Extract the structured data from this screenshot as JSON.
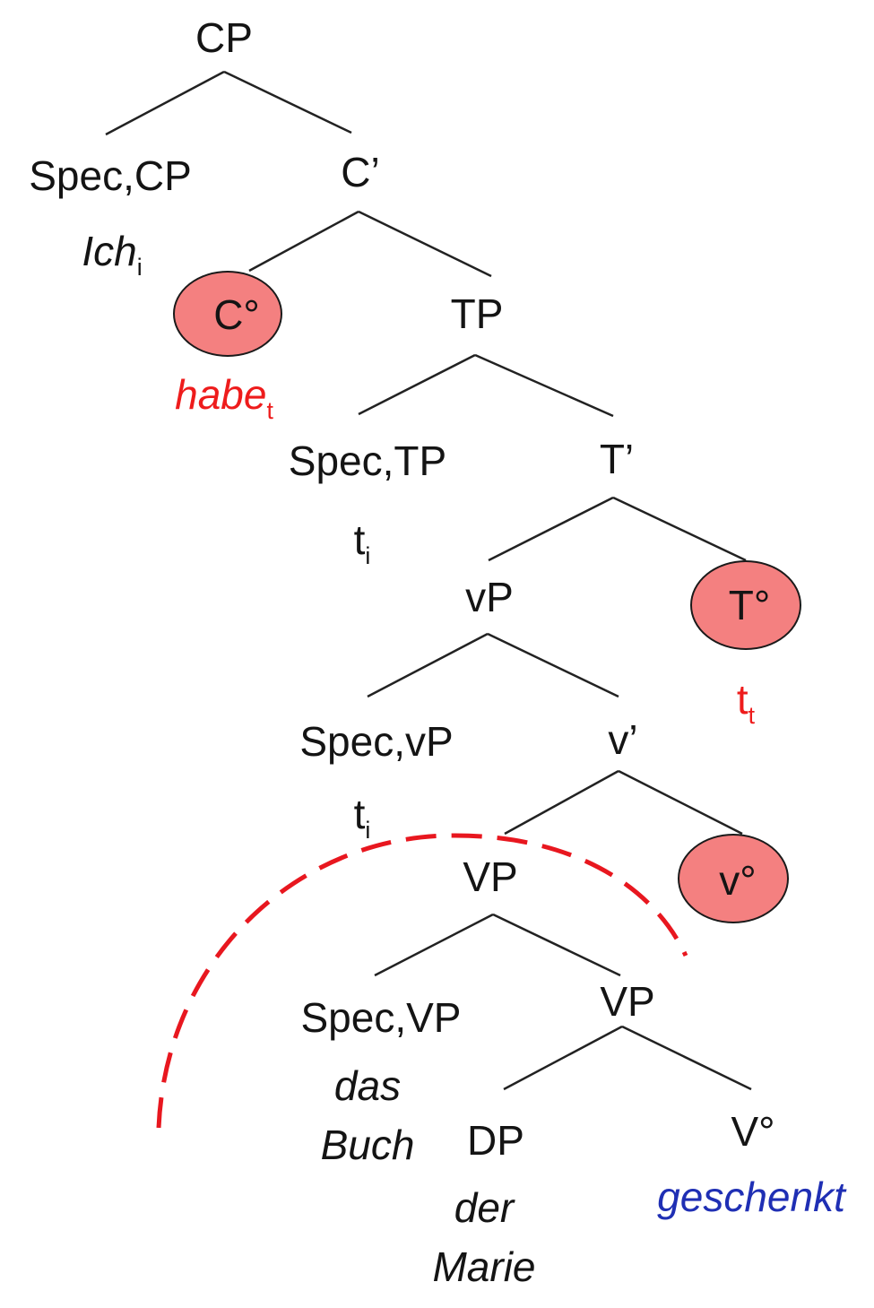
{
  "nodes": {
    "cp": "CP",
    "spec_cp": "Spec,CP",
    "c_bar": "C’",
    "c_head": "C°",
    "tp": "TP",
    "spec_tp": "Spec,TP",
    "t_bar": "T’",
    "vp_small": "vP",
    "t_head": "T°",
    "spec_vp_small": "Spec,vP",
    "v_bar": "v’",
    "vp_upper": "VP",
    "v_small_head": "v°",
    "spec_vp": "Spec,VP",
    "vp_lower": "VP",
    "dp": "DP",
    "v_head": "V°"
  },
  "words": {
    "ich": {
      "word": "Ich",
      "index": "i"
    },
    "habe": {
      "word": "habe",
      "index": "t"
    },
    "trace_spec_tp": {
      "word": "t",
      "index": "i"
    },
    "trace_t_head": {
      "word": "t",
      "index": "t"
    },
    "trace_spec_vp": {
      "word": "t",
      "index": "i"
    },
    "das_buch": [
      "das",
      "Buch"
    ],
    "der_marie": [
      "der",
      "Marie"
    ],
    "geschenkt": "geschenkt"
  },
  "colors": {
    "moved_head_fill": "#f48080",
    "moved_word": "#ee1c1c",
    "verb_word": "#1f2fb4",
    "phase_boundary": "#e8171f",
    "branch_line": "#222222"
  }
}
